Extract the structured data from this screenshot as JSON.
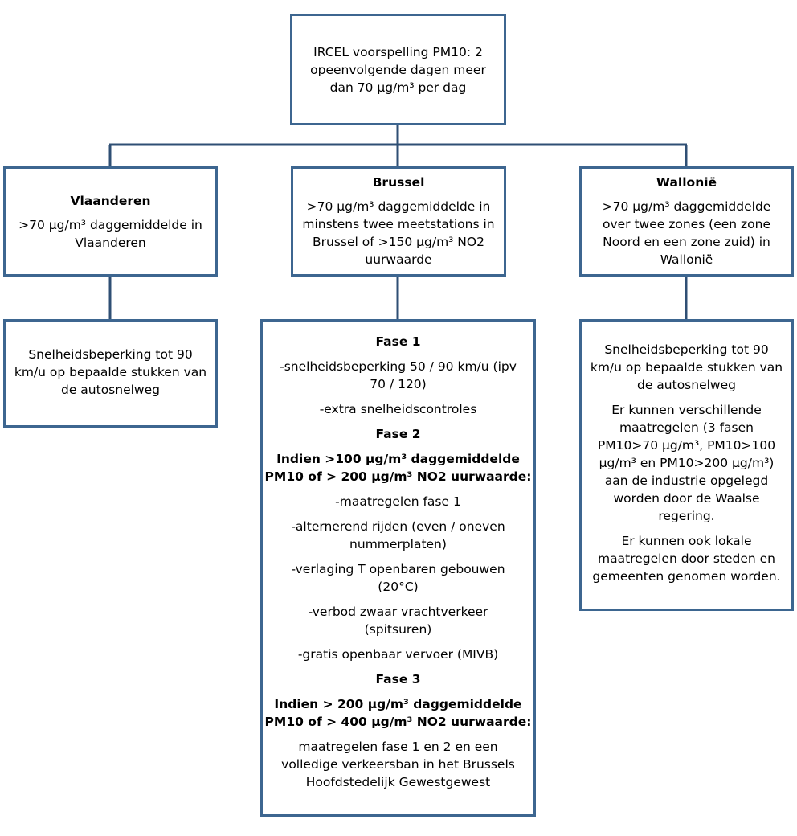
{
  "diagram": {
    "root": {
      "lines": [
        "IRCEL voorspelling PM10: 2",
        "opeenvolgende dagen meer",
        "dan 70 µg/m³ per dag"
      ]
    },
    "regions": {
      "vlaanderen": {
        "title": "Vlaanderen",
        "criteria": [
          ">70 µg/m³ daggemiddelde in",
          "Vlaanderen"
        ],
        "measures": [
          "Snelheidsbeperking tot 90",
          "km/u op bepaalde stukken van",
          "de autosnelweg"
        ]
      },
      "brussel": {
        "title": "Brussel",
        "criteria": [
          ">70 µg/m³ daggemiddelde in",
          "minstens twee meetstations in",
          "Brussel of >150 µg/m³ NO2",
          "uurwaarde"
        ],
        "measures": {
          "fase1_title": "Fase 1",
          "fase1_item1": [
            "-snelheidsbeperking  50 / 90 km/u  (ipv",
            "70 / 120)"
          ],
          "fase1_item2": "-extra snelheidscontroles",
          "fase2_title": "Fase 2",
          "fase2_condition": [
            "Indien >100 µg/m³ daggemiddelde",
            "PM10 of > 200 µg/m³ NO2 uurwaarde:"
          ],
          "fase2_item1": "-maatregelen fase 1",
          "fase2_item2": [
            "-alternerend rijden (even / oneven",
            "nummerplaten)"
          ],
          "fase2_item3": [
            "-verlaging T openbaren gebouwen",
            "(20°C)"
          ],
          "fase2_item4": [
            "-verbod zwaar vrachtverkeer",
            "(spitsuren)"
          ],
          "fase2_item5": "-gratis openbaar vervoer (MIVB)",
          "fase3_title": "Fase 3",
          "fase3_condition": [
            "Indien > 200 µg/m³ daggemiddelde",
            "PM10 of > 400 µg/m³ NO2 uurwaarde:"
          ],
          "fase3_item1": [
            "maatregelen fase 1 en 2  en een",
            "volledige verkeersban in het Brussels",
            "Hoofdstedelijk Gewestgewest"
          ]
        }
      },
      "wallonie": {
        "title": "Wallonië",
        "criteria": [
          ">70 µg/m³ daggemiddelde",
          "over twee zones (een zone",
          "Noord en een zone zuid) in",
          "Wallonië"
        ],
        "measures": {
          "p1": [
            "Snelheidsbeperking tot 90",
            "km/u op bepaalde stukken van",
            "de autosnelweg"
          ],
          "p2": [
            "Er kunnen verschillende",
            "maatregelen (3 fasen",
            "PM10>70 µg/m³, PM10>100",
            "µg/m³ en PM10>200 µg/m³)",
            "aan de industrie opgelegd",
            "worden door de Waalse",
            "regering."
          ],
          "p3": [
            "Er kunnen ook lokale",
            "maatregelen door steden en",
            "gemeenten genomen worden."
          ]
        }
      }
    },
    "colors": {
      "border": "#3d6690",
      "connector": "#2f4f74"
    }
  }
}
